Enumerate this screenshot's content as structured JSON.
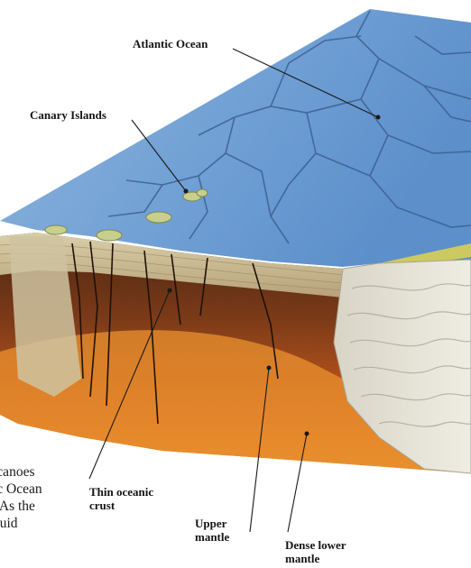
{
  "labels": {
    "atlantic_ocean": "Atlantic Ocean",
    "canary_islands": "Canary Islands",
    "thin_oceanic_crust": [
      "Thin oceanic",
      "crust"
    ],
    "upper_mantle": [
      "Upper",
      "mantle"
    ],
    "dense_lower_mantle": [
      "Dense lower",
      "mantle"
    ]
  },
  "body_text_lines": [
    "lcanoes",
    "ic Ocean",
    ". As the",
    "quid"
  ]
}
